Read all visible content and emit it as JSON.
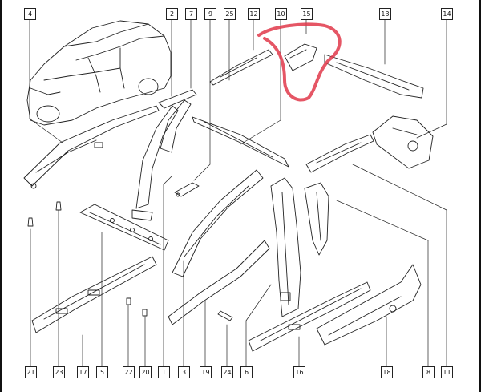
{
  "diagram": {
    "accent_color": "#e0384a",
    "callouts_top": [
      "4",
      "2",
      "7",
      "9",
      "25",
      "12",
      "10",
      "15",
      "13",
      "14"
    ],
    "callouts_bottom": [
      "21",
      "23",
      "17",
      "5",
      "22",
      "20",
      "1",
      "3",
      "19",
      "24",
      "6",
      "16",
      "18",
      "8",
      "11"
    ],
    "circled_part": "15"
  }
}
